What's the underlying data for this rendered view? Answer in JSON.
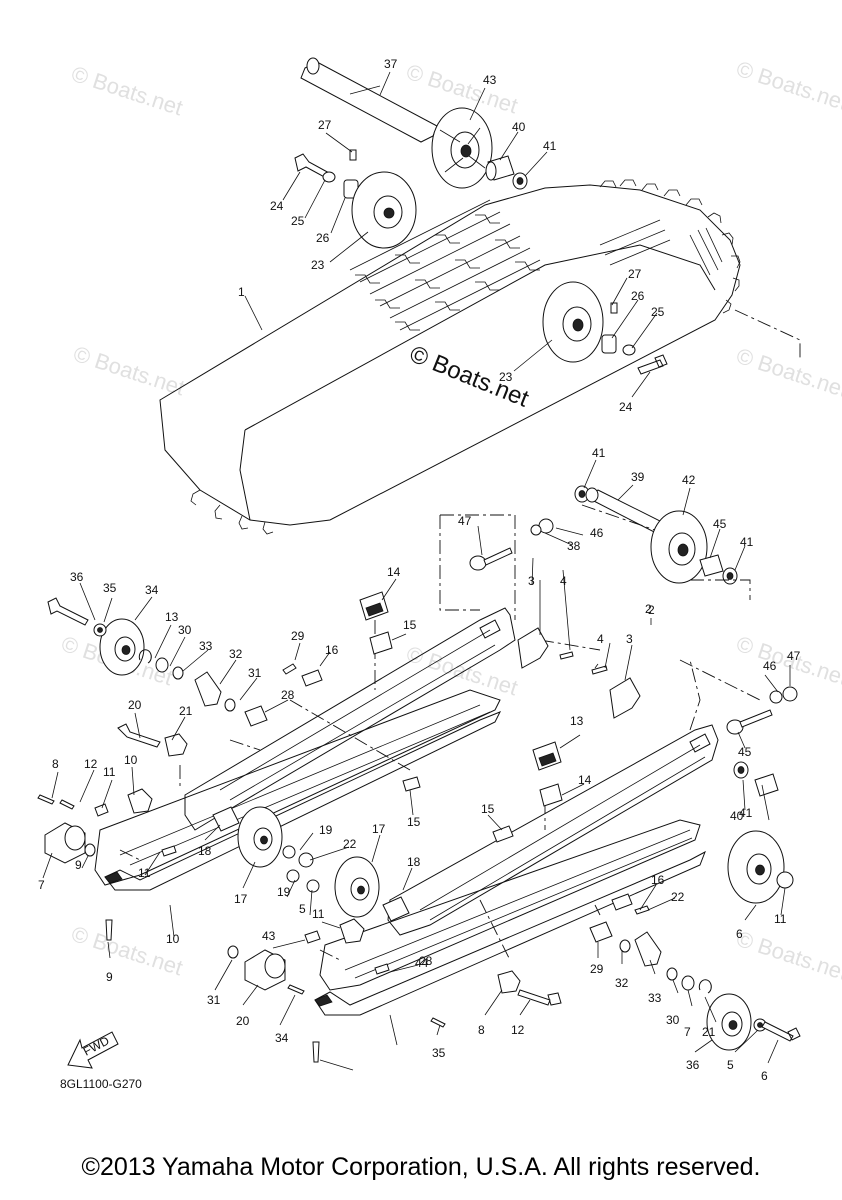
{
  "watermarks": [
    "© Boats.net",
    "© Boats.net",
    "© Boats.net",
    "© Boats.net",
    "© Boats.net",
    "© Boats.net",
    "© Boats.net",
    "© Boats.net",
    "© Boats.net",
    "© Boats.net"
  ],
  "center_watermark": "© Boats.net",
  "fwd_label": "FWD",
  "diagram_code": "8GL1100-G270",
  "copyright": "©2013 Yamaha Motor Corporation, U.S.A. All rights reserved.",
  "callouts": [
    "37",
    "43",
    "27",
    "40",
    "41",
    "24",
    "25",
    "26",
    "23",
    "1",
    "27",
    "26",
    "25",
    "23",
    "24",
    "41",
    "39",
    "42",
    "45",
    "47",
    "46",
    "38",
    "41",
    "2",
    "3",
    "4",
    "36",
    "35",
    "34",
    "13",
    "30",
    "33",
    "32",
    "29",
    "16",
    "15",
    "14",
    "31",
    "28",
    "20",
    "21",
    "2",
    "4",
    "3",
    "46",
    "47",
    "45",
    "8",
    "12",
    "11",
    "10",
    "13",
    "14",
    "41",
    "40",
    "15",
    "7",
    "9",
    "11",
    "18",
    "19",
    "22",
    "17",
    "17",
    "18",
    "15",
    "16",
    "22",
    "19",
    "5",
    "10",
    "11",
    "43",
    "44",
    "6",
    "11",
    "9",
    "28",
    "31",
    "29",
    "32",
    "33",
    "30",
    "7",
    "21",
    "20",
    "8",
    "12",
    "34",
    "35",
    "36",
    "5",
    "6"
  ]
}
